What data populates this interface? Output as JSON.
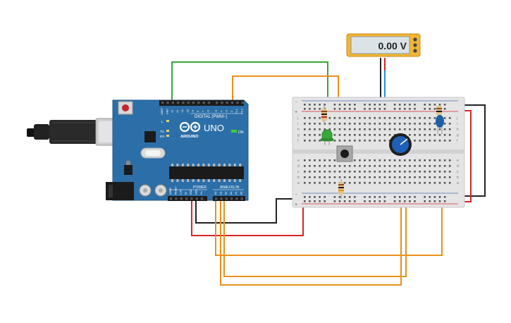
{
  "multimeter": {
    "reading": "0.00 V"
  },
  "arduino": {
    "brand": "ARDUINO",
    "model": "UNO",
    "digital_header": "DIGITAL (PWM~)",
    "power_label": "POWER",
    "analog_label": "ANALOG IN",
    "on_label": "ON",
    "l_label": "L",
    "tx_label": "TX",
    "rx_label": "RX",
    "digital_pins": [
      "AREF",
      "GND",
      "13",
      "12",
      "~11",
      "~10",
      "~9",
      "8",
      "7",
      "~6",
      "~5",
      "4",
      "~3",
      "2",
      "TX 1",
      "RX 0"
    ],
    "power_pins": [
      "IOREF",
      "RESET",
      "3.3V",
      "5V",
      "GND",
      "GND",
      "Vin"
    ],
    "analog_pins": [
      "A0",
      "A1",
      "A2",
      "A3",
      "A4",
      "A5"
    ]
  },
  "breadboard": {
    "row_letters_top": [
      "j",
      "i",
      "h",
      "g",
      "f"
    ],
    "row_letters_bottom": [
      "e",
      "d",
      "c",
      "b",
      "a"
    ],
    "rail_plus": "+",
    "rail_minus": "-"
  },
  "colors": {
    "wire_green": "#3aa63a",
    "wire_orange": "#e8911c",
    "wire_red": "#d8232a",
    "wire_black": "#222222",
    "wire_blue": "#1e8fd6",
    "arduino_blue": "#2c6fa8",
    "multimeter_body": "#f2b533"
  }
}
